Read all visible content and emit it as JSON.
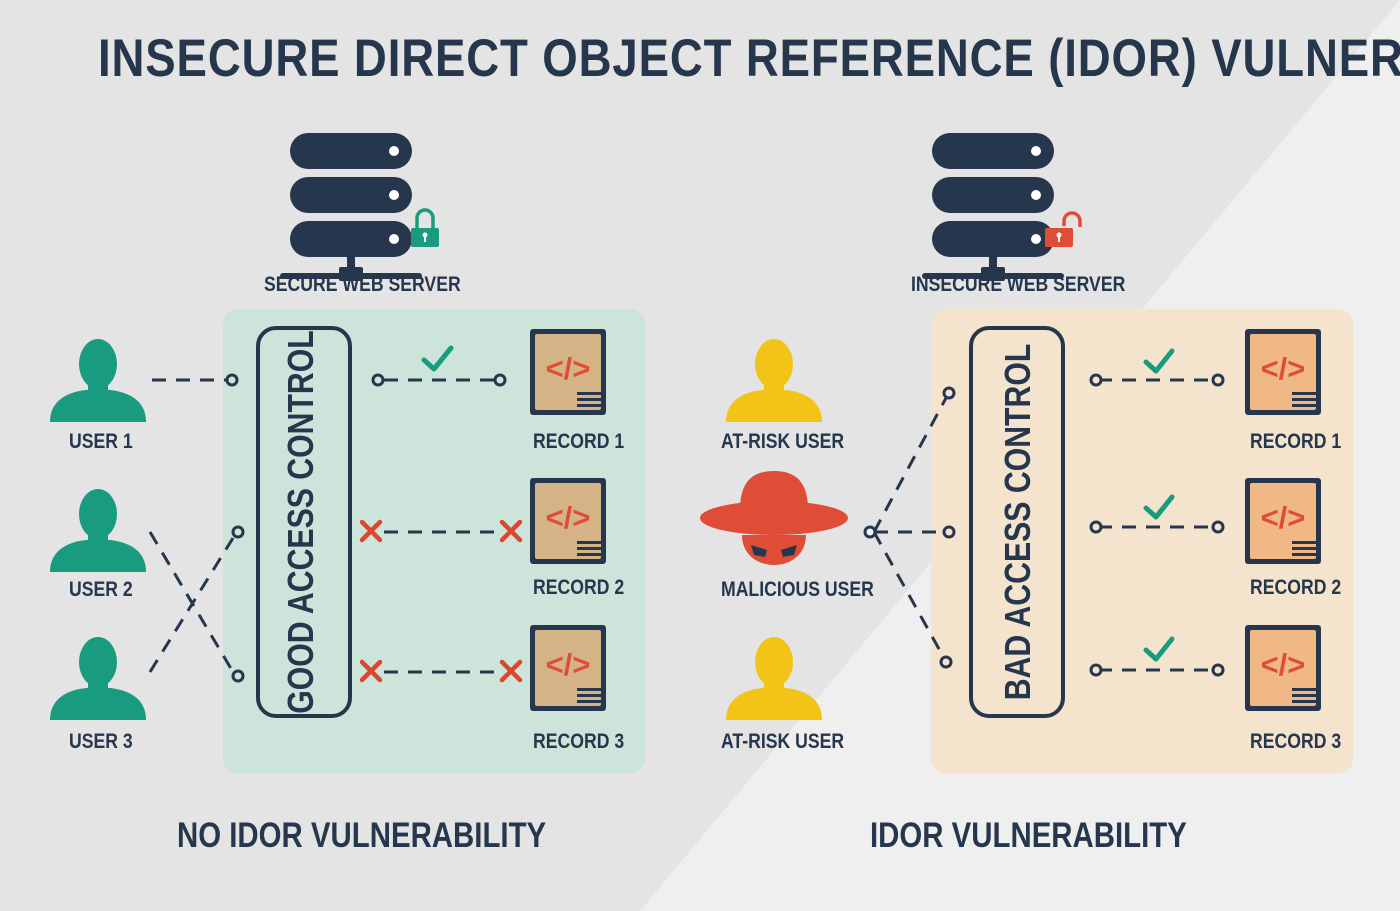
{
  "title": "INSECURE DIRECT OBJECT REFERENCE (IDOR) VULNERABILITY",
  "colors": {
    "navy": "#26374d",
    "teal": "#189b7f",
    "red": "#e04d36",
    "yellow": "#f3c418",
    "green_panel": "#cce4d9",
    "orange_panel": "#f4e4cd",
    "record_tan": "#d4b486",
    "record_orange": "#efb885"
  },
  "left": {
    "server_label": "SECURE WEB SERVER",
    "access_control": "GOOD ACCESS CONTROL",
    "users": [
      "USER 1",
      "USER 2",
      "USER 3"
    ],
    "records": [
      "RECORD 1",
      "RECORD 2",
      "RECORD 3"
    ],
    "caption": "NO IDOR VULNERABILITY",
    "lock_icon": "locked-padlock-icon"
  },
  "right": {
    "server_label": "INSECURE WEB SERVER",
    "access_control": "BAD ACCESS CONTROL",
    "users": [
      "AT-RISK USER",
      "MALICIOUS USER",
      "AT-RISK USER"
    ],
    "records": [
      "RECORD 1",
      "RECORD 2",
      "RECORD 3"
    ],
    "caption": "IDOR VULNERABILITY",
    "lock_icon": "unlocked-padlock-icon"
  },
  "code_glyph": "</>"
}
